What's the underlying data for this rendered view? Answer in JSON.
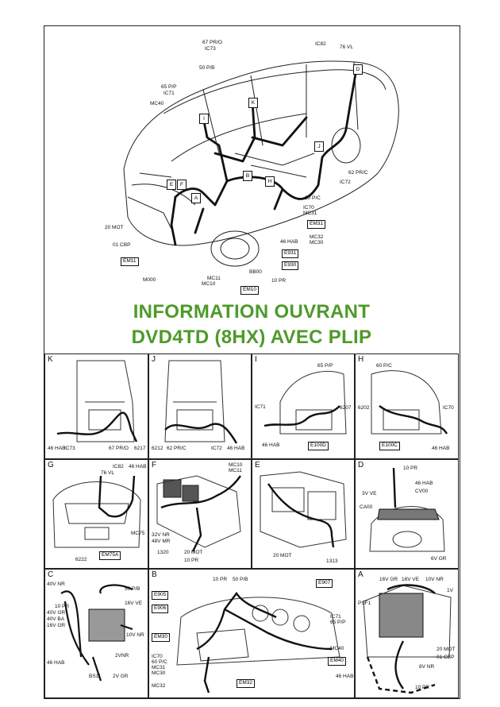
{
  "title": {
    "line1": "INFORMATION OUVRANT",
    "line2": "DVD4TD (8HX) AVEC PLIP",
    "color": "#4e9a2a"
  },
  "overview": {
    "labels": [
      "67 PR/O",
      "IC73",
      "50 P/B",
      "65 P/P",
      "IC71",
      "MC40",
      "IC82",
      "76 VL",
      "62 PR/C",
      "IC72",
      "60 P/C",
      "IC70",
      "MC31",
      "46 HAB",
      "MC32",
      "MC30",
      "20 MOT",
      "01 CBP",
      "M000",
      "MC11",
      "MC10",
      "BB00",
      "10 PR"
    ],
    "boxes": [
      "EM11",
      "EM10",
      "EM31",
      "E931",
      "E930"
    ],
    "tags": [
      "I",
      "K",
      "D",
      "J",
      "H",
      "B",
      "E",
      "F",
      "A"
    ]
  },
  "panels": {
    "K": {
      "letter": "K",
      "labels": [
        "46 HAB",
        "IC73",
        "67 PR/O",
        "6217"
      ]
    },
    "J": {
      "letter": "J",
      "labels": [
        "6212",
        "62 PR/C",
        "IC72",
        "46 HAB"
      ]
    },
    "I": {
      "letter": "I",
      "labels": [
        "65 P/P",
        "IC71",
        "6207",
        "46 HAB"
      ],
      "boxes": [
        "E100D"
      ]
    },
    "H": {
      "letter": "H",
      "labels": [
        "60 P/C",
        "6202",
        "IC70",
        "46 HAB"
      ],
      "boxes": [
        "E100C"
      ]
    },
    "G": {
      "letter": "G",
      "labels": [
        "IC82",
        "46 HAB",
        "76 VL",
        "MC75",
        "6222"
      ],
      "boxes": [
        "EM75A"
      ]
    },
    "F": {
      "letter": "F",
      "labels": [
        "MC10",
        "MC11",
        "32V NR",
        "48V MR",
        "1320",
        "20 MOT",
        "10 PR"
      ]
    },
    "E": {
      "letter": "E",
      "labels": [
        "20 MOT",
        "1313"
      ]
    },
    "D": {
      "letter": "D",
      "labels": [
        "10 PR",
        "46 HAB",
        "3V VE",
        "CV00",
        "CA00",
        "6V GR"
      ]
    },
    "C": {
      "letter": "C",
      "labels": [
        "40V NR",
        "50 P/B",
        "10 PR",
        "40V GR",
        "40V BA",
        "16V GR",
        "16V VE",
        "10V NR",
        "2VNR",
        "46 HAB",
        "BS11",
        "2V GR"
      ]
    },
    "B": {
      "letter": "B",
      "labels": [
        "10 PR",
        "50 P/B",
        "IC70",
        "60 P/C",
        "MC31",
        "MC30",
        "MC32",
        "IC71",
        "65 P/P",
        "MC40",
        "46 HAB"
      ],
      "boxes": [
        "E905",
        "E906",
        "E907",
        "EM30",
        "EM40",
        "EM32"
      ]
    },
    "A": {
      "letter": "A",
      "labels": [
        "16V GR",
        "16V VE",
        "10V NR",
        "1V",
        "PSF1",
        "20 MOT",
        "01 CBP",
        "8V NR",
        "10 PR"
      ]
    }
  }
}
